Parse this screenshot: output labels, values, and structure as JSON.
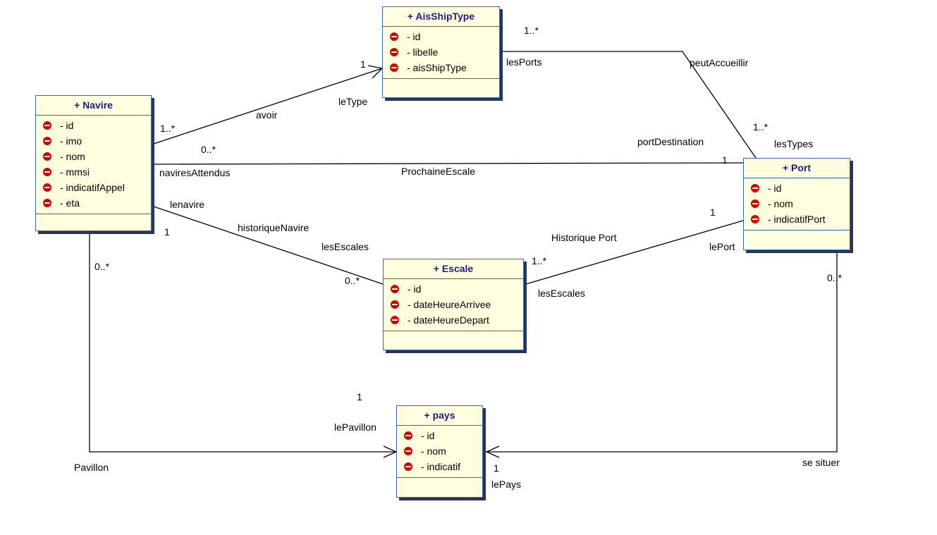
{
  "classes": {
    "aisshiptype": {
      "title": "+ AisShipType",
      "attrs": [
        "- id",
        "- libelle",
        "- aisShipType"
      ]
    },
    "navire": {
      "title": "+ Navire",
      "attrs": [
        "- id",
        "- imo",
        "- nom",
        "- mmsi",
        "- indicatifAppel",
        "- eta"
      ]
    },
    "port": {
      "title": "+ Port",
      "attrs": [
        "- id",
        "- nom",
        "- indicatifPort"
      ]
    },
    "escale": {
      "title": "+ Escale",
      "attrs": [
        "- id",
        "- dateHeureArrivee",
        "- dateHeureDepart"
      ]
    },
    "pays": {
      "title": "+ pays",
      "attrs": [
        "- id",
        "- nom",
        "- indicatif"
      ]
    }
  },
  "associations": {
    "avoir": {
      "name": "avoir",
      "mult_source": "1..*",
      "mult_target": "1",
      "role_target": "leType"
    },
    "peutAccueillir": {
      "name": "peutAccueillir",
      "mult_ais": "1..*",
      "role_ais": "lesPorts",
      "mult_port": "1..*",
      "role_port": "lesTypes"
    },
    "prochaineEscale": {
      "name": "ProchaineEscale",
      "mult_navire": "0..*",
      "role_navire": "naviresAttendus",
      "mult_port": "1",
      "role_port": "portDestination"
    },
    "historiqueNavire": {
      "name": "historiqueNavire",
      "mult_navire": "1",
      "role_navire": "lenavire",
      "mult_escale": "0..*",
      "role_escale": "lesEscales"
    },
    "historiquePort": {
      "name": "Historique Port",
      "mult_port": "1",
      "role_port": "lePort",
      "mult_escale": "1..*",
      "role_escale": "lesEscales"
    },
    "pavillon": {
      "name": "Pavillon",
      "mult_navire": "0..*",
      "mult_pays": "1",
      "role_pays": "lePavillon"
    },
    "seSituer": {
      "name": "se situer",
      "mult_port": "0..*",
      "mult_pays": "1",
      "role_pays": "lePays"
    }
  }
}
